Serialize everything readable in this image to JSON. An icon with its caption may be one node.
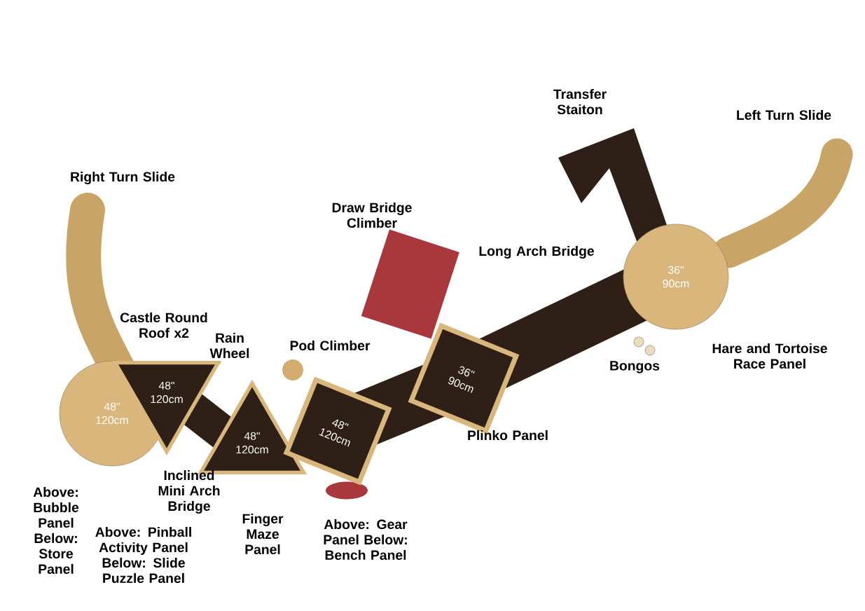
{
  "diagram": {
    "nodes": [
      {
        "text": [
          "48\" 120cm"
        ]
      },
      {
        "text": [
          "48\" 120cm"
        ]
      },
      {
        "text": [
          "48\" 120cm"
        ]
      },
      {
        "text": [
          "48\" 120cm"
        ]
      },
      {
        "text": [
          "36\" 90cm"
        ]
      },
      {
        "text": [
          "36\" 90cm"
        ]
      }
    ],
    "labels": [
      "Transfer Staiton",
      "Left Turn Slide",
      "Right Turn Slide",
      "Draw Bridge Climber",
      "Long Arch Bridge",
      "Castle Round Roof x2",
      "Rain Wheel",
      "Pod Climber",
      "Hare and Tortoise Race Panel",
      "Bongos",
      "Plinko Panel",
      "Inclined Mini Arch Bridge",
      "Above: Bubble Panel Below: Store Panel",
      "Above: Pinball Activity Panel Below: Slide Puzzle Panel",
      "Finger Maze Panel",
      "Above: Gear Panel Below: Bench Panel"
    ]
  }
}
